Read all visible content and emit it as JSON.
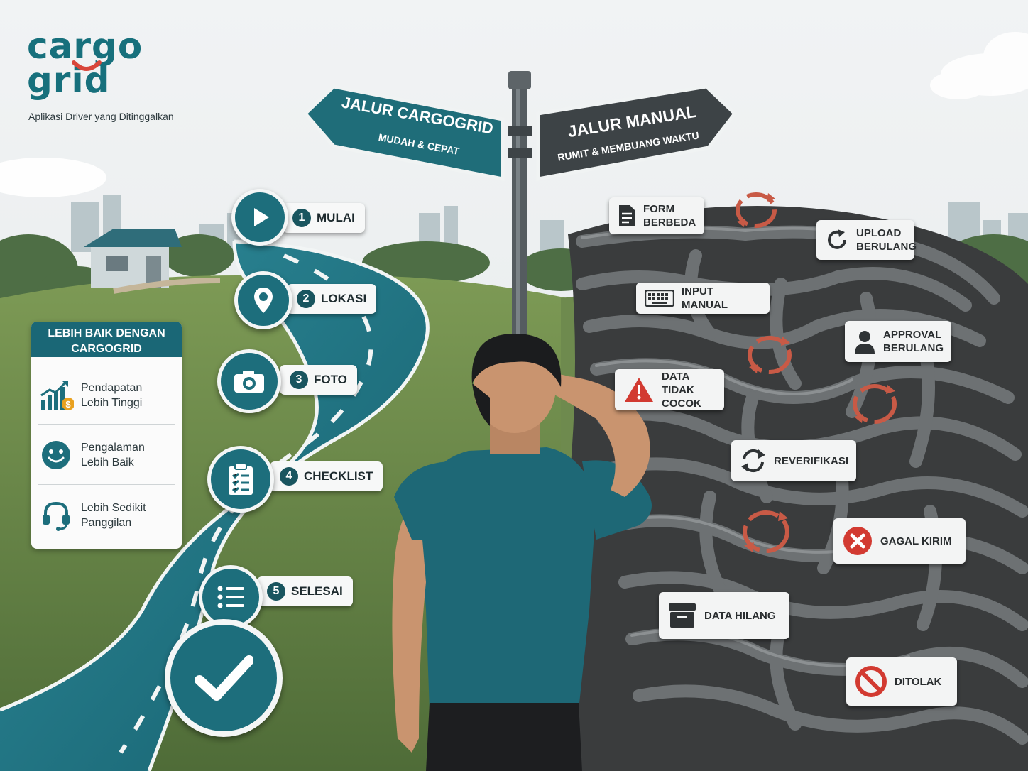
{
  "brand": {
    "line1": "cargo",
    "line2": "grid",
    "tagline": "Aplikasi Driver yang Ditinggalkan"
  },
  "signs": {
    "left_title": "JALUR CARGOGRID",
    "left_sub": "MUDAH & CEPAT",
    "right_title": "JALUR MANUAL",
    "right_sub": "RUMIT & MEMBUANG WAKTU"
  },
  "steps": [
    {
      "num": "1",
      "label": "MULAI",
      "icon": "play-icon"
    },
    {
      "num": "2",
      "label": "LOKASI",
      "icon": "location-pin-icon"
    },
    {
      "num": "3",
      "label": "FOTO",
      "icon": "camera-icon"
    },
    {
      "num": "4",
      "label": "CHECKLIST",
      "icon": "clipboard-checklist-icon"
    },
    {
      "num": "5",
      "label": "SELESAI",
      "icon": "list-icon"
    }
  ],
  "finish_icon": "checkmark-icon",
  "benefits": {
    "title": "LEBIH BAIK DENGAN CARGOGRID",
    "items": [
      {
        "line1": "Pendapatan",
        "line2": "Lebih Tinggi",
        "icon": "income-chart-icon"
      },
      {
        "line1": "Pengalaman",
        "line2": "Lebih Baik",
        "icon": "smiley-icon"
      },
      {
        "line1": "Lebih Sedikit",
        "line2": "Panggilan",
        "icon": "headset-icon"
      }
    ]
  },
  "problems": [
    {
      "line1": "FORM",
      "line2": "BERBEDA",
      "icon": "document-icon"
    },
    {
      "line1": "UPLOAD",
      "line2": "BERULANG",
      "icon": "refresh-icon"
    },
    {
      "line1": "INPUT MANUAL",
      "line2": "",
      "icon": "keyboard-icon"
    },
    {
      "line1": "APPROVAL",
      "line2": "BERULANG",
      "icon": "user-icon"
    },
    {
      "line1": "DATA TIDAK",
      "line2": "COCOK",
      "icon": "warning-icon"
    },
    {
      "line1": "REVERIFIKASI",
      "line2": "",
      "icon": "sync-icon"
    },
    {
      "line1": "GAGAL KIRIM",
      "line2": "",
      "icon": "error-x-icon"
    },
    {
      "line1": "DATA HILANG",
      "line2": "",
      "icon": "archive-box-icon"
    },
    {
      "line1": "DITOLAK",
      "line2": "",
      "icon": "prohibited-icon"
    }
  ],
  "colors": {
    "teal": "#1d6e7c",
    "dark_teal": "#19555f",
    "sign_dark": "#3d4346",
    "alert_red": "#d23a31",
    "loop_red": "#c85a46"
  }
}
